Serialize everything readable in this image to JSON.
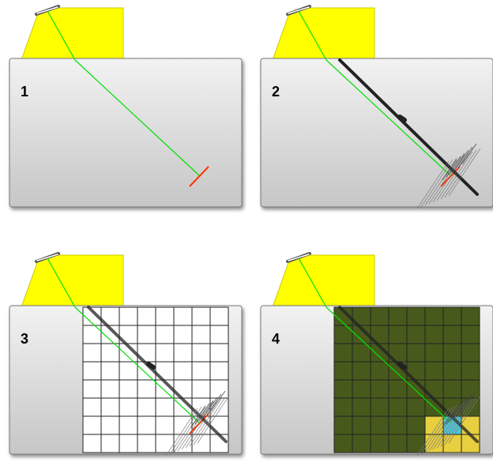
{
  "panels": [
    {
      "label": "1",
      "stage": "beam"
    },
    {
      "label": "2",
      "stage": "scatter"
    },
    {
      "label": "3",
      "stage": "grid"
    },
    {
      "label": "4",
      "stage": "filled-grid"
    }
  ],
  "grid": {
    "rows": 8,
    "cols": 8
  },
  "colors": {
    "probe": "#ffff00",
    "probe_edge": "#c8c800",
    "block_top": "#f2f2f2",
    "block_bottom": "#c6c6c6",
    "block_edge": "#777777",
    "beam": "#00e000",
    "defect": "#ff3300",
    "scatter": "#222222",
    "grid_cell": "#ffffff",
    "grid_line": "#222222",
    "dark_cell": "#475a1c",
    "highlight_cell": "#e7cf3f",
    "center_cell": "#4fc7d8"
  },
  "icons": {
    "probe": "probe-wedge-icon"
  }
}
